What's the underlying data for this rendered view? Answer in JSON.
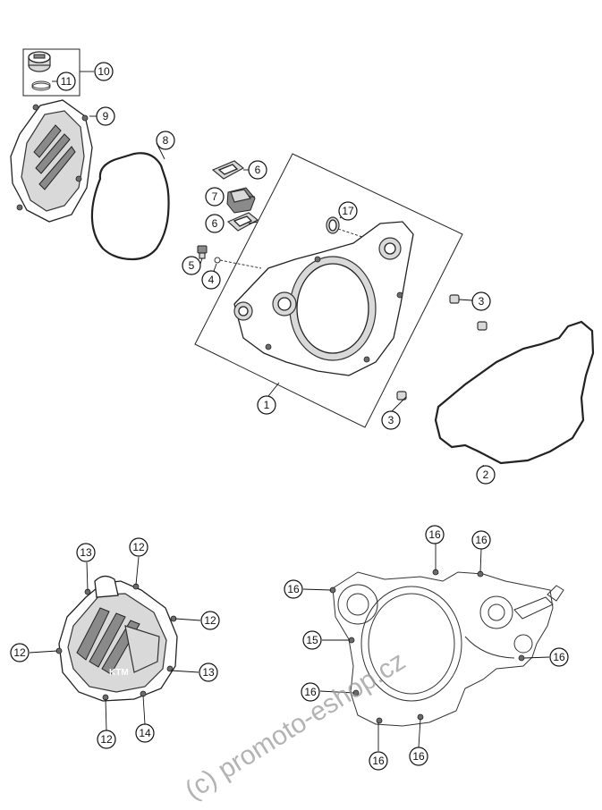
{
  "watermark": "(c) promoto-eshop.cz",
  "callouts": {
    "c1": "1",
    "c2": "2",
    "c3a": "3",
    "c3b": "3",
    "c4": "4",
    "c5": "5",
    "c6a": "6",
    "c6b": "6",
    "c7": "7",
    "c8": "8",
    "c9": "9",
    "c10": "10",
    "c11": "11",
    "c17": "17",
    "b12a": "12",
    "b12b": "12",
    "b12c": "12",
    "b12d": "12",
    "b13a": "13",
    "b13b": "13",
    "b14": "14",
    "b15": "15",
    "b16a": "16",
    "b16b": "16",
    "b16c": "16",
    "b16d": "16",
    "b16e": "16",
    "b16f": "16",
    "b16g": "16"
  }
}
